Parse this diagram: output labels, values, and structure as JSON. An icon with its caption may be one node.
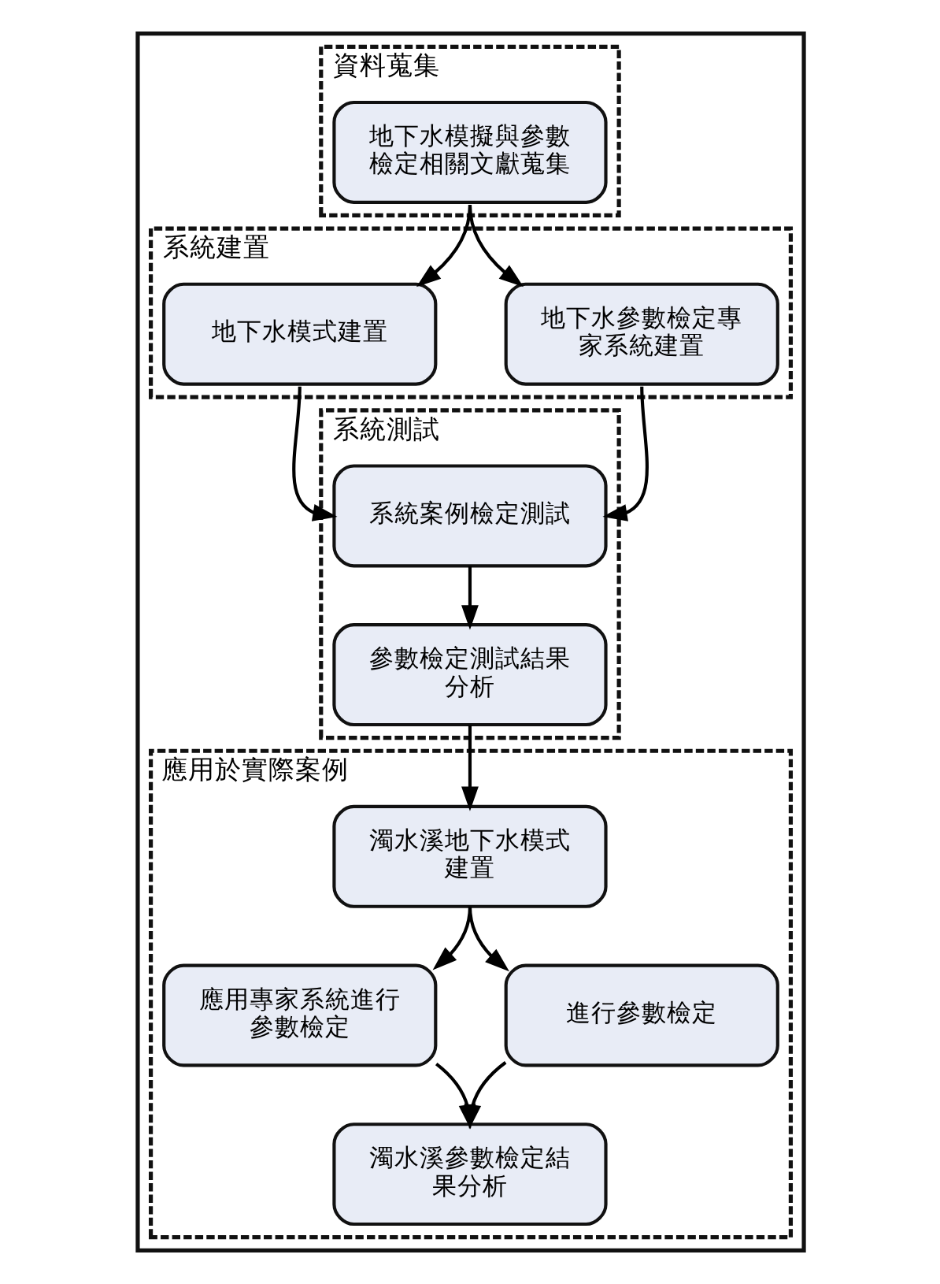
{
  "diagram": {
    "nodes": [
      {
        "text": [],
        "shape": "box"
      },
      {
        "text": [
          "資料蒐集"
        ],
        "in": 0
      },
      {
        "text": [
          "地下水模擬與參數檢定相關文獻蒐集"
        ],
        "in": 1
      },
      {
        "text": [
          "系統建置"
        ],
        "in": 0
      },
      {
        "text": [
          "地下水模式建置"
        ],
        "in": 3
      },
      {
        "text": [
          "地下水參數檢定專家系統建置"
        ],
        "in": 3
      },
      {
        "text": [
          "系統測試"
        ],
        "in": 0
      },
      {
        "text": [
          "系統案例檢定測試"
        ],
        "in": 6
      },
      {
        "text": [
          "參數檢定測試結果分析"
        ],
        "in": 6
      },
      {
        "text": [
          "應用於實際案例"
        ],
        "in": 0
      },
      {
        "text": [
          "濁水溪地下水模式建置"
        ],
        "in": 9
      },
      {
        "text": [
          "應用專家系統進行參數檢定"
        ],
        "in": 9
      },
      {
        "text": [
          "進行參數檢定"
        ],
        "in": 9
      },
      {
        "text": [
          "濁水溪參數檢定結果分析"
        ],
        "in": 9
      }
    ],
    "edges": [
      {
        "from": 2,
        "to": 4,
        "arrow": "to"
      },
      {
        "from": 2,
        "to": 5,
        "arrow": "to"
      },
      {
        "from": 4,
        "to": 7,
        "arrow": "to"
      },
      {
        "from": 5,
        "to": 7,
        "arrow": "to"
      },
      {
        "from": 7,
        "to": 8,
        "arrow": "to"
      },
      {
        "from": 8,
        "to": 10,
        "arrow": "to"
      },
      {
        "from": 10,
        "to": 11,
        "arrow": "to"
      },
      {
        "from": 10,
        "to": 12,
        "arrow": "to"
      },
      {
        "from": 11,
        "to": 13,
        "arrow": "to"
      },
      {
        "from": 12,
        "to": 13,
        "arrow": "to"
      }
    ]
  }
}
